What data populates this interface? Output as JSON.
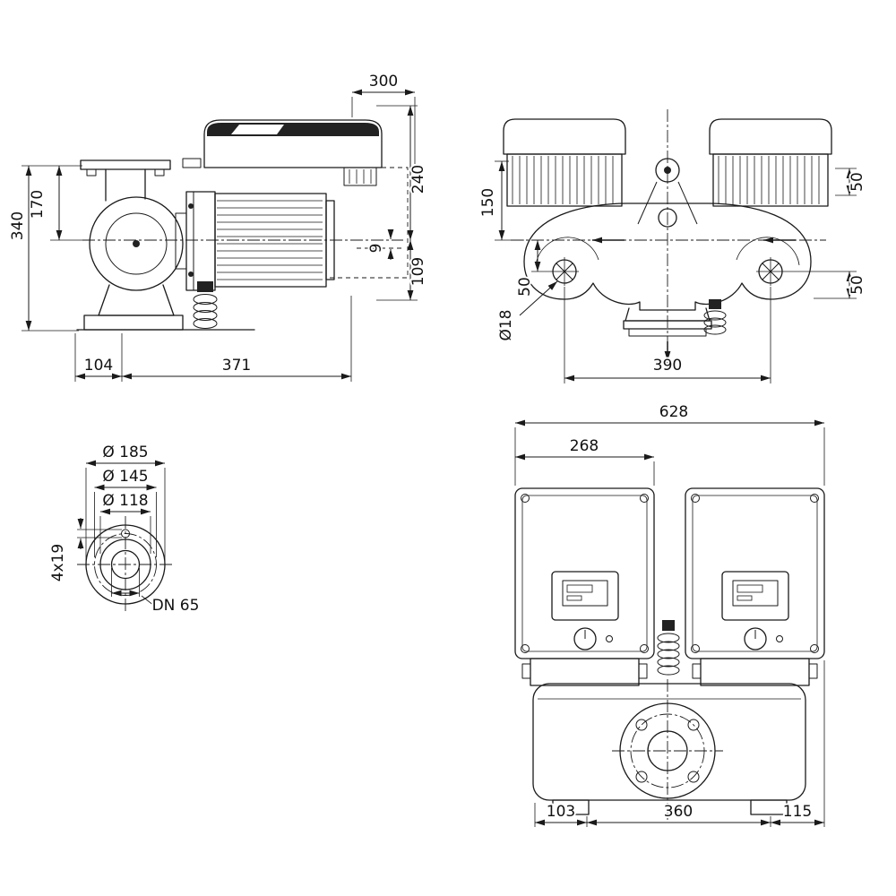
{
  "drawing": {
    "line_color": "#1a1a1a",
    "background": "#ffffff"
  },
  "views": {
    "side_view": {
      "dims": {
        "d300": "300",
        "d240": "240",
        "d170": "170",
        "d340": "340",
        "d109": "109",
        "d9": "9",
        "d104": "104",
        "d371": "371"
      }
    },
    "top_view": {
      "dims": {
        "d150": "150",
        "d50_left": "50",
        "d50_right_top": "50",
        "d50_right_bottom": "50",
        "d18": "Ø18",
        "d390": "390"
      }
    },
    "flange_view": {
      "dims": {
        "d185": "Ø 185",
        "d145": "Ø 145",
        "d118": "Ø 118",
        "d4x19": "4x19",
        "dn": "DN 65"
      }
    },
    "front_view": {
      "dims": {
        "d628": "628",
        "d268": "268",
        "d103": "103",
        "d360": "360",
        "d115": "115"
      }
    }
  }
}
